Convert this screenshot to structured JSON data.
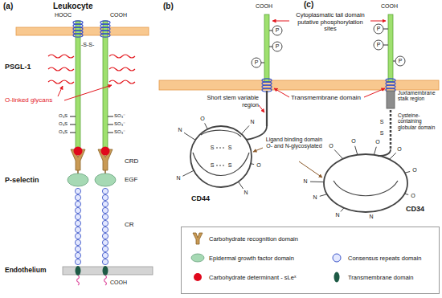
{
  "diagram": {
    "labels": [
      "(a)",
      "Leukocyte",
      "HOOC",
      "COOH",
      "-S-S-",
      "PSGL-1",
      "O-linked glycans",
      "O₃S",
      "O₃S",
      "O₃S",
      "SO₃⁻",
      "SO₃⁻",
      "SO₃⁻",
      "CRD",
      "EGF",
      "P-selectin",
      "CR",
      "Endothelium",
      "COOH",
      "(b)",
      "COOH",
      "P",
      "P",
      "P",
      "(c)",
      "COOH",
      "P",
      "P",
      "P",
      "Cytoplasmatic tail domain putative phosphorylation sites",
      "Short stem variable region",
      "Transmembrane domain",
      "Ligand binding domain O- and N-glycosylated",
      "CD44",
      "Juxtamembrane stalk region",
      "Cysteine-containing globular domain",
      "CD34",
      "N",
      "N",
      "N",
      "N",
      "O",
      "O",
      "S",
      "S",
      "S",
      "S",
      "N",
      "N",
      "N",
      "N",
      "O",
      "O",
      "O",
      "O",
      "O",
      "O",
      "S",
      "S"
    ],
    "legend": [
      {
        "text": "Carbohydrate recognition domain"
      },
      {
        "text": "Epidermal growth factor domain",
        "color": "#a6d9b4"
      },
      {
        "text": "Carbohydrate determinant - sLeˣ",
        "color": "#e0081c"
      },
      {
        "text": "Consensus repeats domain"
      },
      {
        "text": "Transmembrane domain",
        "color": "#1d5a45"
      }
    ]
  }
}
